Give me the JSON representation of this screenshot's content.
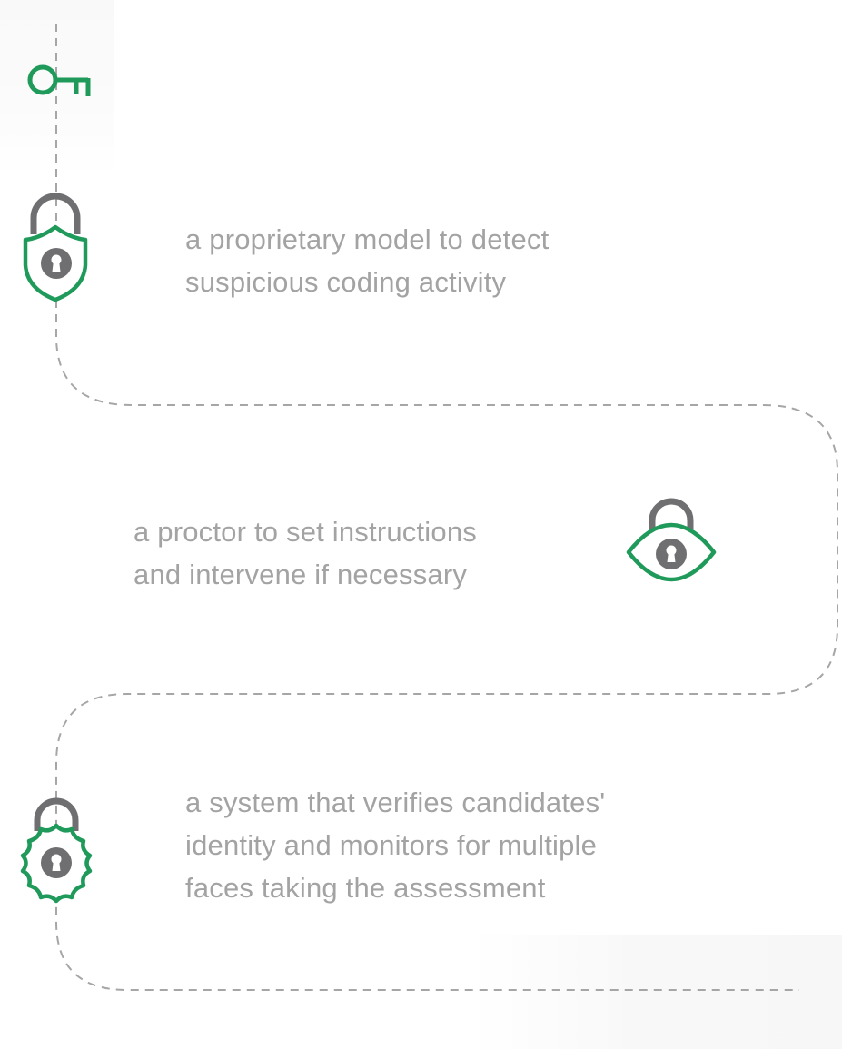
{
  "steps": [
    {
      "icon": "shield-lock-icon",
      "lines": [
        "a proprietary model to detect",
        "suspicious coding activity"
      ]
    },
    {
      "icon": "eye-lock-icon",
      "lines": [
        "a proctor to set instructions",
        "and intervene if necessary"
      ]
    },
    {
      "icon": "badge-lock-icon",
      "lines": [
        "a system that verifies candidates'",
        "identity and monitors for multiple",
        "faces taking the assessment"
      ]
    }
  ],
  "start_icon": "key-icon",
  "colors": {
    "accent_green": "#1f9a5a",
    "icon_gray": "#6f6f71",
    "path_gray": "#a6a6a6",
    "text_gray": "#a3a3a3"
  }
}
